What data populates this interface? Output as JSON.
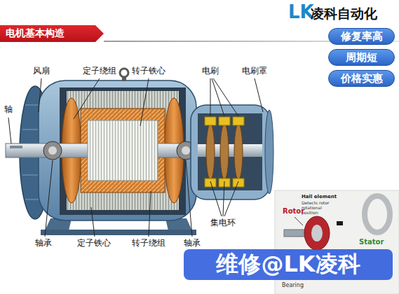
{
  "diagram": {
    "title": "电机基本构造",
    "nodes": [
      {
        "text": [
          "修复率高"
        ]
      },
      {
        "text": [
          "周期短"
        ]
      },
      {
        "text": [
          "价格实惠"
        ]
      },
      {
        "text": [
          "维修@LK凌科"
        ]
      }
    ],
    "labels": [
      "LK",
      "凌科自动化",
      "风扇",
      "定子绕组",
      "转子铁心",
      "电刷",
      "电刷罩",
      "轴",
      "轴承",
      "定子铁心",
      "转子绕组",
      "轴承",
      "集电环",
      "Hall element",
      "Detects rotor rotational position",
      "Rotor",
      "Stator",
      "Bearing"
    ]
  }
}
